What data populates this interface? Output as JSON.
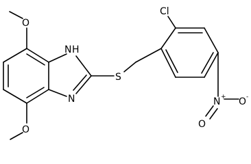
{
  "molecule": {
    "atoms": {
      "o_top": "O",
      "o_bottom": "O",
      "nh": "H",
      "n_nh": "N",
      "n_bottom": "N",
      "s": "S",
      "cl": "Cl",
      "n_nitro": "N",
      "n_nitro_charge": "+",
      "o_nitro_minus": "O",
      "o_nitro_minus_charge": "-",
      "o_nitro": "O"
    }
  }
}
